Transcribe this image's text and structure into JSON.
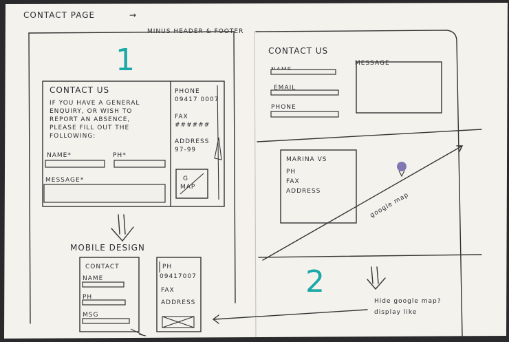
{
  "header": {
    "title": "CONTACT PAGE",
    "subtitle": "MINUS HEADER & FOOTER"
  },
  "left_page": {
    "sketch_number": "1",
    "form": {
      "heading": "CONTACT US",
      "intro_lines": [
        "IF YOU HAVE A GENERAL",
        "ENQUIRY, OR WISH TO",
        "REPORT AN ABSENCE,",
        "PLEASE FILL OUT THE",
        "FOLLOWING:"
      ],
      "name_label": "NAME*",
      "phone_label": "PH*",
      "message_label": "MESSAGE*"
    },
    "sidebar": {
      "phone_label": "PHONE",
      "phone_value": "09417 0007",
      "fax_label": "FAX",
      "fax_value": "######",
      "address_label": "ADDRESS",
      "address_value": "97-99",
      "map_label_1": "G",
      "map_label_2": "MAP"
    },
    "mobile_title": "MOBILE DESIGN",
    "mobile": {
      "heading": "CONTACT",
      "name_label": "NAME",
      "phone_label": "PH",
      "msg_label": "MSG",
      "ph_label": "PH",
      "ph_value": "09417007",
      "fax_label": "FAX",
      "address_label": "ADDRESS"
    }
  },
  "right_page": {
    "heading": "CONTACT US",
    "name_label": "NAME",
    "email_label": "EMAIL",
    "phone_label": "PHONE",
    "message_label": "MESSAGE",
    "info_box": {
      "title": "MARINA VS",
      "ph": "PH",
      "fax": "FAX",
      "address": "ADDRESS"
    },
    "map_note": "google map",
    "sketch_number": "2",
    "footnote_lines": [
      "Hide google map?",
      "display like"
    ]
  },
  "colors": {
    "paper": "#f4f2ec",
    "ink": "#2b2b33",
    "accent": "#1aa8a8",
    "background": "#2a2a2c"
  }
}
